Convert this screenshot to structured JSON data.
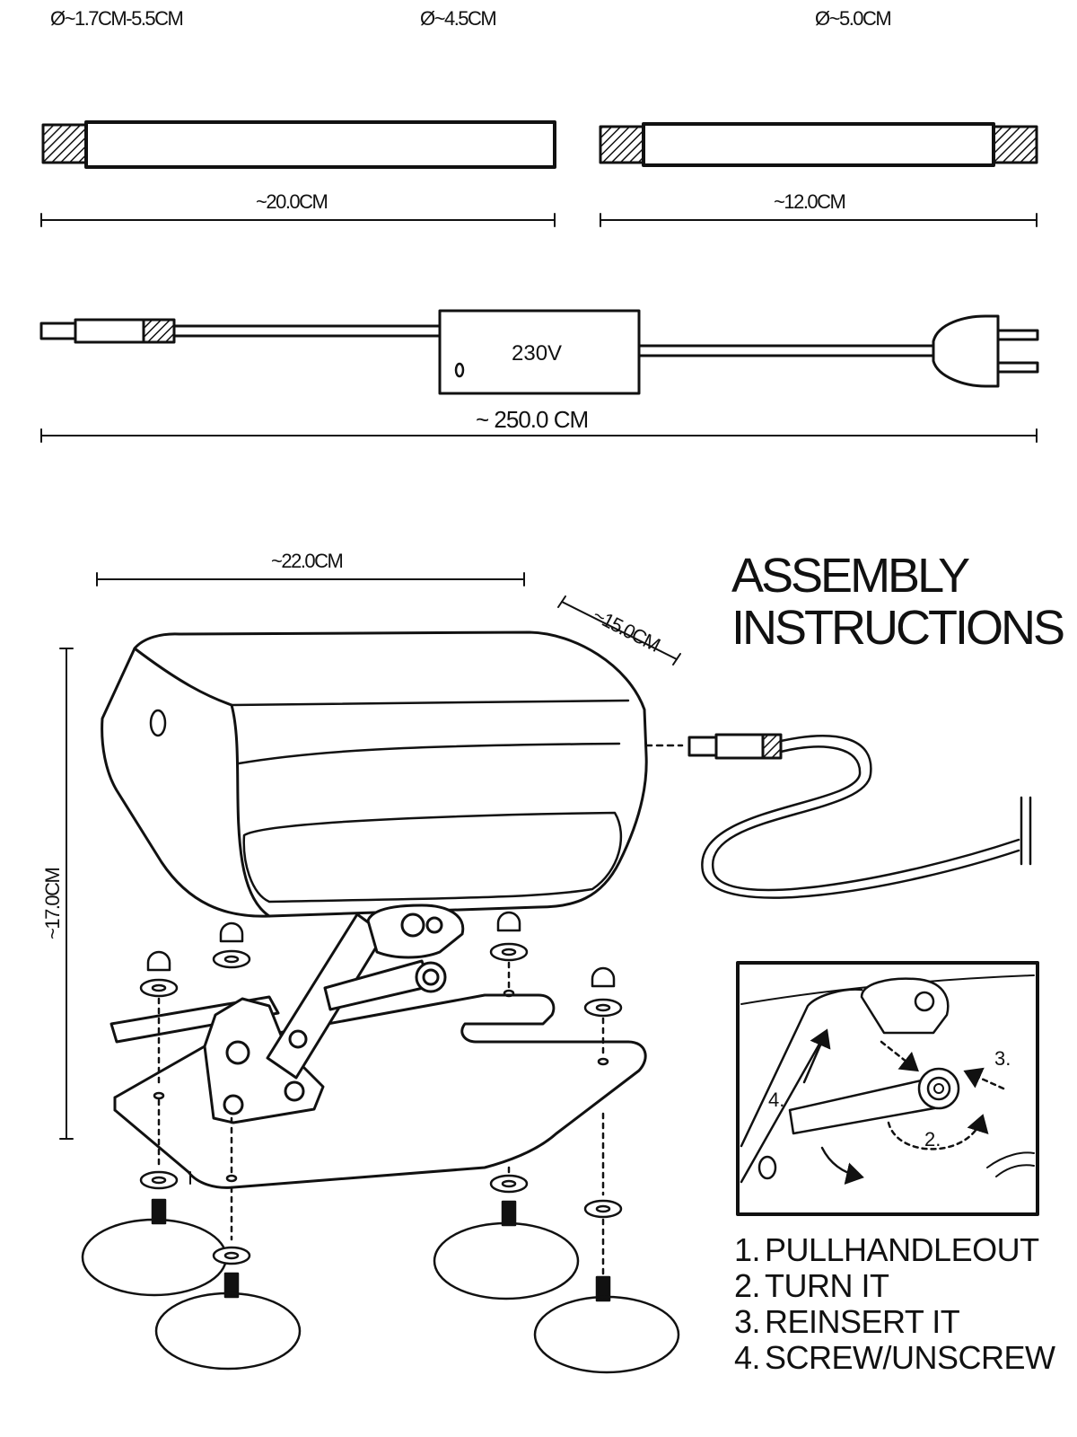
{
  "rods": {
    "top_labels": {
      "diameter_range": "Ø~1.7CM-5.5CM",
      "diameter_long_rod": "Ø~4.5CM",
      "diameter_short_rod": "Ø~5.0CM"
    },
    "long_rod_length": "~20.0CM",
    "short_rod_length": "~12.0CM"
  },
  "power_cable": {
    "adapter_label": "230V",
    "cable_length": "~ 250.0 CM"
  },
  "machine": {
    "width": "~22.0CM",
    "depth": "~15.0CM",
    "height": "~17.0CM"
  },
  "assembly": {
    "title_line1": "ASSEMBLY",
    "title_line2": "INSTRUCTIONS",
    "callout_marks": [
      "2.",
      "3.",
      "4."
    ],
    "steps": [
      {
        "num": "1.",
        "text": "PULLHANDLEOUT"
      },
      {
        "num": "2.",
        "text": "TURN IT"
      },
      {
        "num": "3.",
        "text": "REINSERT IT"
      },
      {
        "num": "4.",
        "text": "SCREW/UNSCREW"
      }
    ]
  },
  "colors": {
    "line": "#111111",
    "background": "#ffffff"
  },
  "icons": [
    "threaded-rod-icon",
    "power-plug-icon",
    "dc-jack-icon",
    "suction-cup-icon",
    "bolt-icon",
    "washer-icon"
  ]
}
